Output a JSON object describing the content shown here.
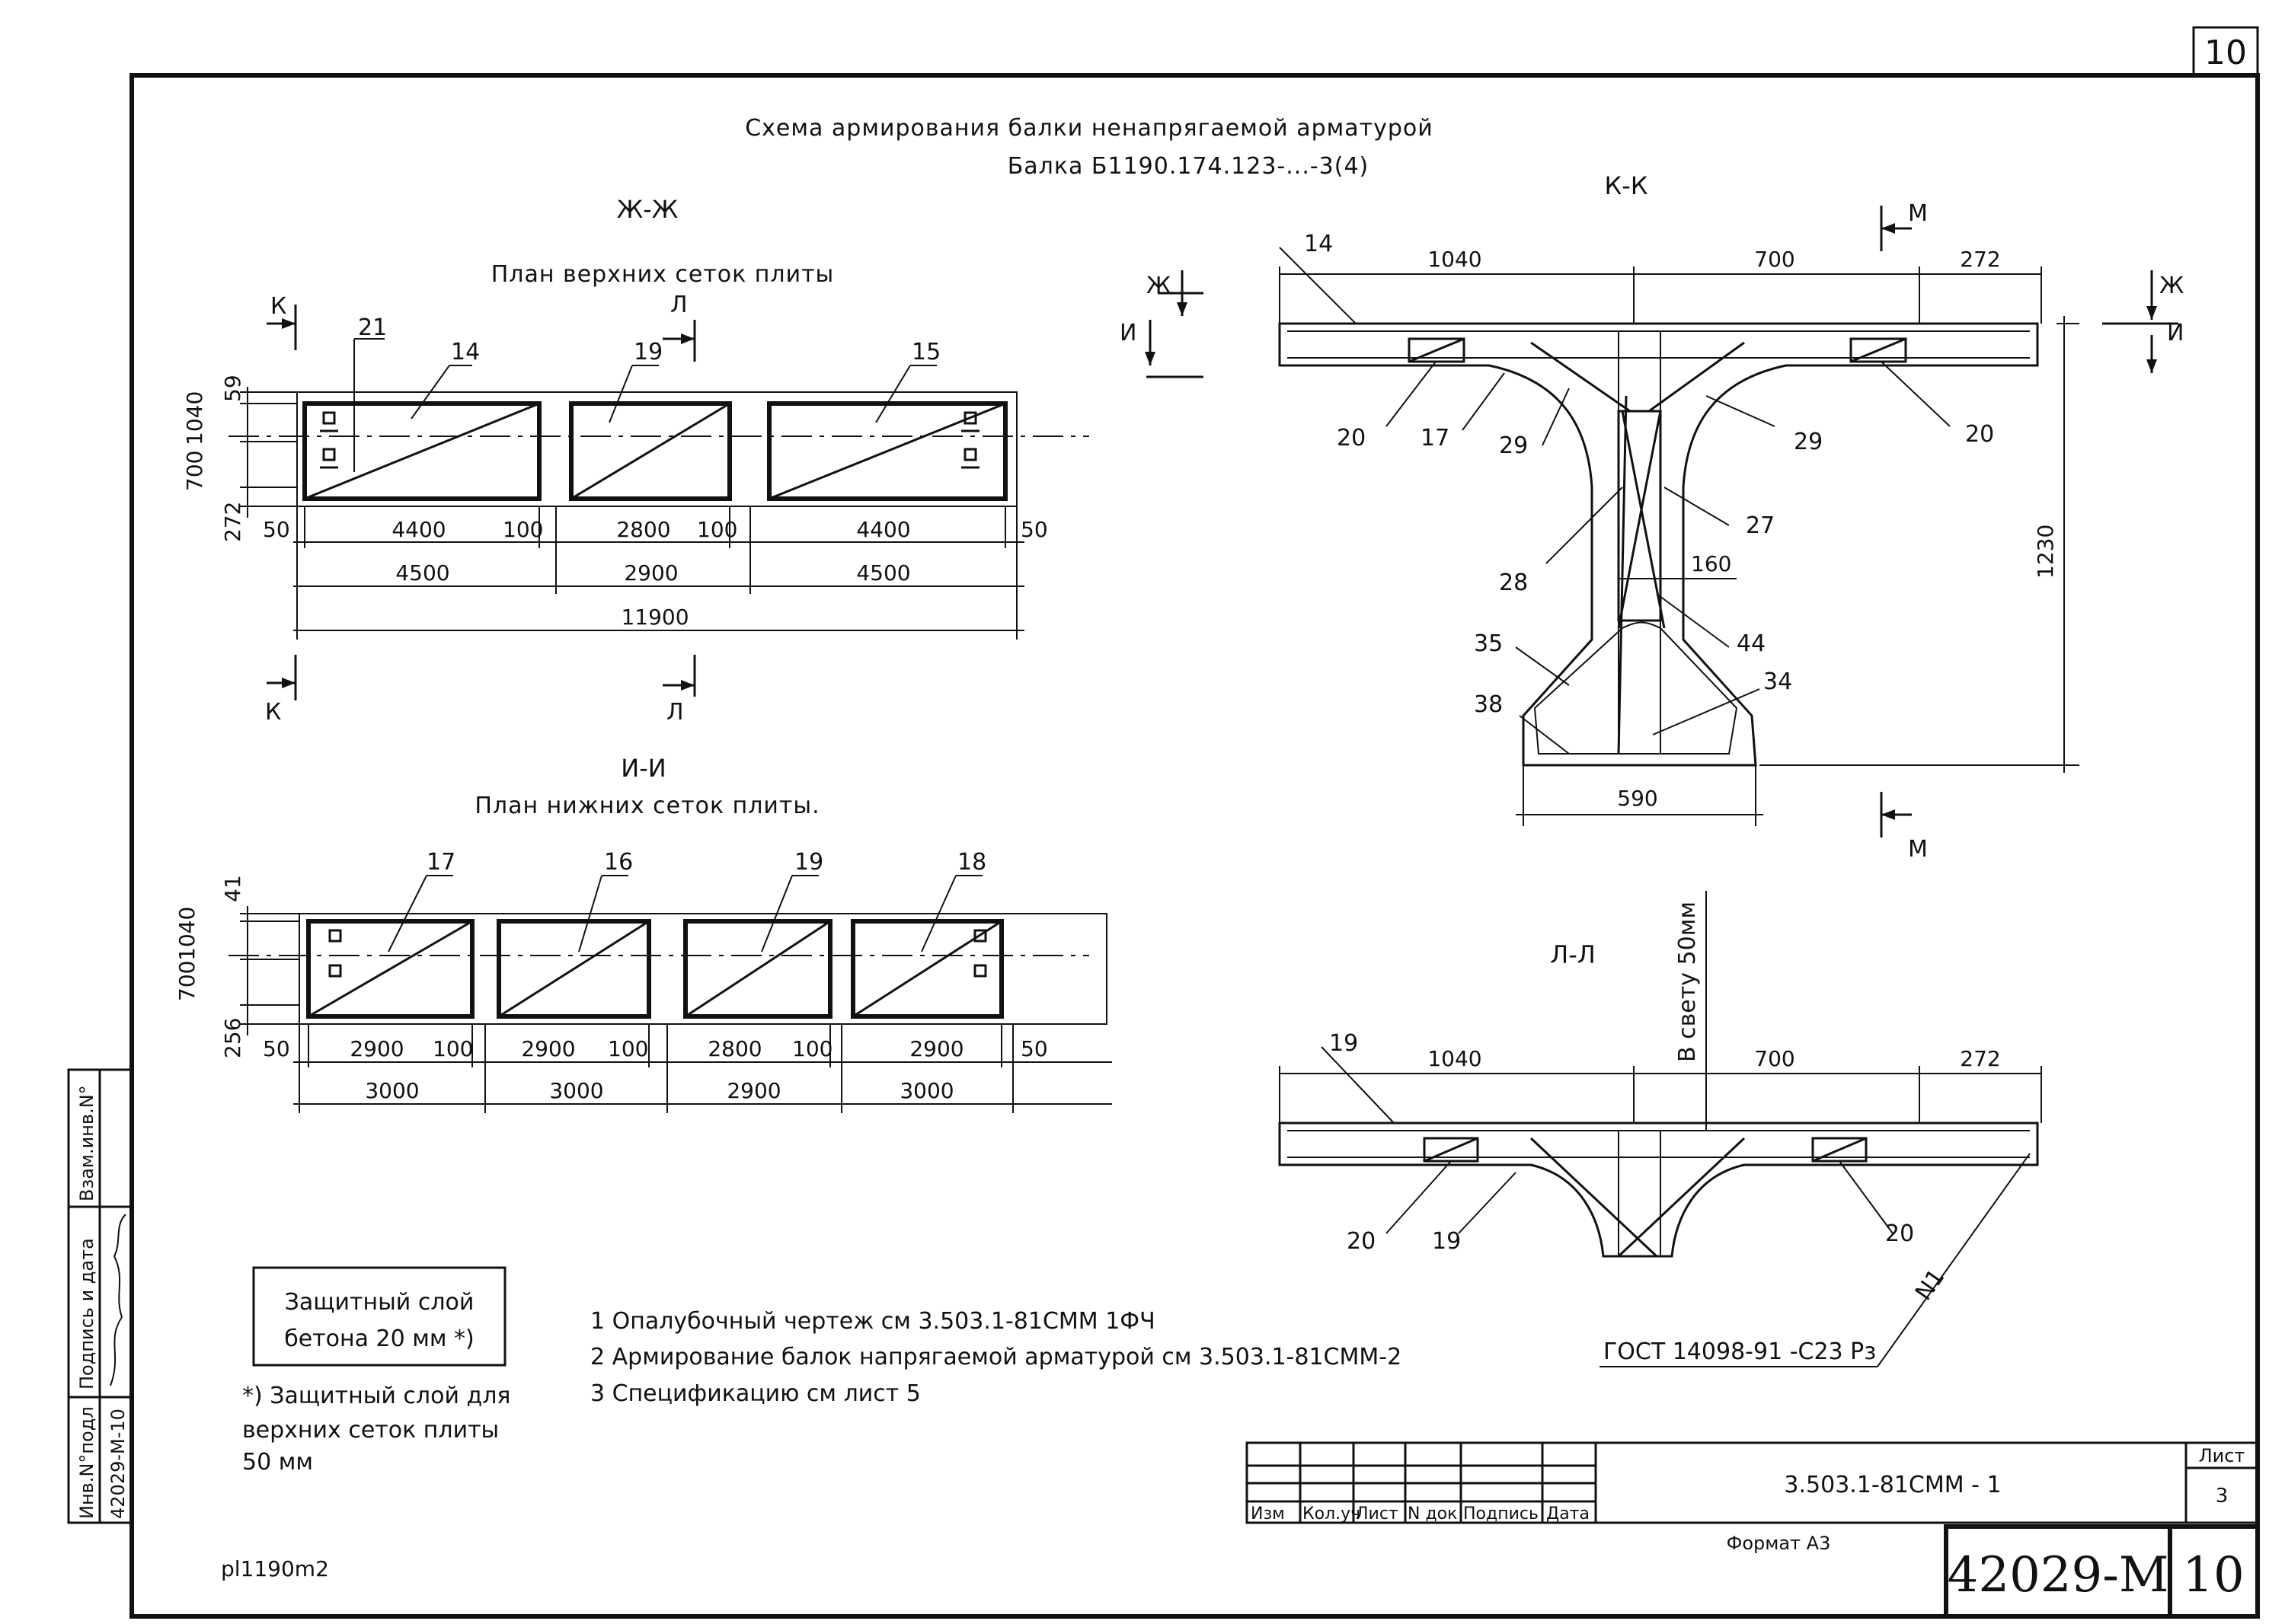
{
  "sheet": {
    "corner_sheet_number": "10",
    "title_line1": "Схема армирования балки ненапрягаемой арматурой",
    "title_line2": "Балка Б1190.174.123-...-3(4)",
    "file_name": "pl1190m2",
    "format": "Формат А3"
  },
  "section_jj": {
    "label": "Ж-Ж",
    "subtitle": "План верхних сеток плиты",
    "cut_k": "К",
    "cut_l": "Л",
    "marks": [
      "21",
      "14",
      "19",
      "15"
    ],
    "left_dims": [
      "59",
      "1040",
      "700",
      "272"
    ],
    "row1_dims": [
      "50",
      "4400",
      "100",
      "2800",
      "100",
      "4400",
      "50"
    ],
    "row2_dims": [
      "4500",
      "2900",
      "4500"
    ],
    "total": "11900"
  },
  "section_ii": {
    "label": "И-И",
    "subtitle": "План нижних сеток плиты.",
    "marks": [
      "17",
      "16",
      "19",
      "18"
    ],
    "left_dims": [
      "41",
      "1040",
      "700",
      "256"
    ],
    "row1_dims": [
      "50",
      "2900",
      "100",
      "2900",
      "100",
      "2800",
      "100",
      "2900",
      "50"
    ],
    "row2_dims": [
      "3000",
      "3000",
      "2900",
      "3000"
    ]
  },
  "section_kk": {
    "label": "К-К",
    "cut_m": "М",
    "cut_zh": "Ж",
    "cut_i": "И",
    "top_dims": [
      "1040",
      "700",
      "272"
    ],
    "height": "1230",
    "web": "160",
    "bottom_width": "590",
    "marks": [
      "14",
      "20",
      "17",
      "29",
      "29",
      "20",
      "27",
      "28",
      "44",
      "35",
      "34",
      "38"
    ]
  },
  "section_ll": {
    "label": "Л-Л",
    "clear_note": "В свету 50мм",
    "top_dims": [
      "1040",
      "700",
      "272"
    ],
    "marks": [
      "19",
      "20",
      "19",
      "20"
    ],
    "n1": "N1",
    "gost": "ГОСТ 14098-91 -С23 Рз"
  },
  "notes": {
    "box_line1": "Защитный слой",
    "box_line2": "бетона 20 мм *)",
    "star_line1": "*) Защитный слой для",
    "star_line2": "верхних сеток плиты",
    "star_line3": "50 мм",
    "items": [
      "1  Опалубочный чертеж см  3.503.1-81СММ 1ФЧ",
      "2  Армирование балок напрягаемой арматурой см  3.503.1-81СММ-2",
      "3  Спецификацию см лист 5"
    ]
  },
  "side_stamp": {
    "vzam": "Взам.инв.N°",
    "podpis": "Подпись и дата",
    "inv": "Инв.N°подл",
    "inv_value": "42029-М-10"
  },
  "title_block": {
    "headers": [
      "Изм",
      "Кол.уч",
      "Лист",
      "N док",
      "Подпись",
      "Дата"
    ],
    "designation": "3.503.1-81СММ - 1",
    "list_label": "Лист",
    "list_value": "3",
    "archive": "42029-М",
    "archive_sheet": "10"
  }
}
